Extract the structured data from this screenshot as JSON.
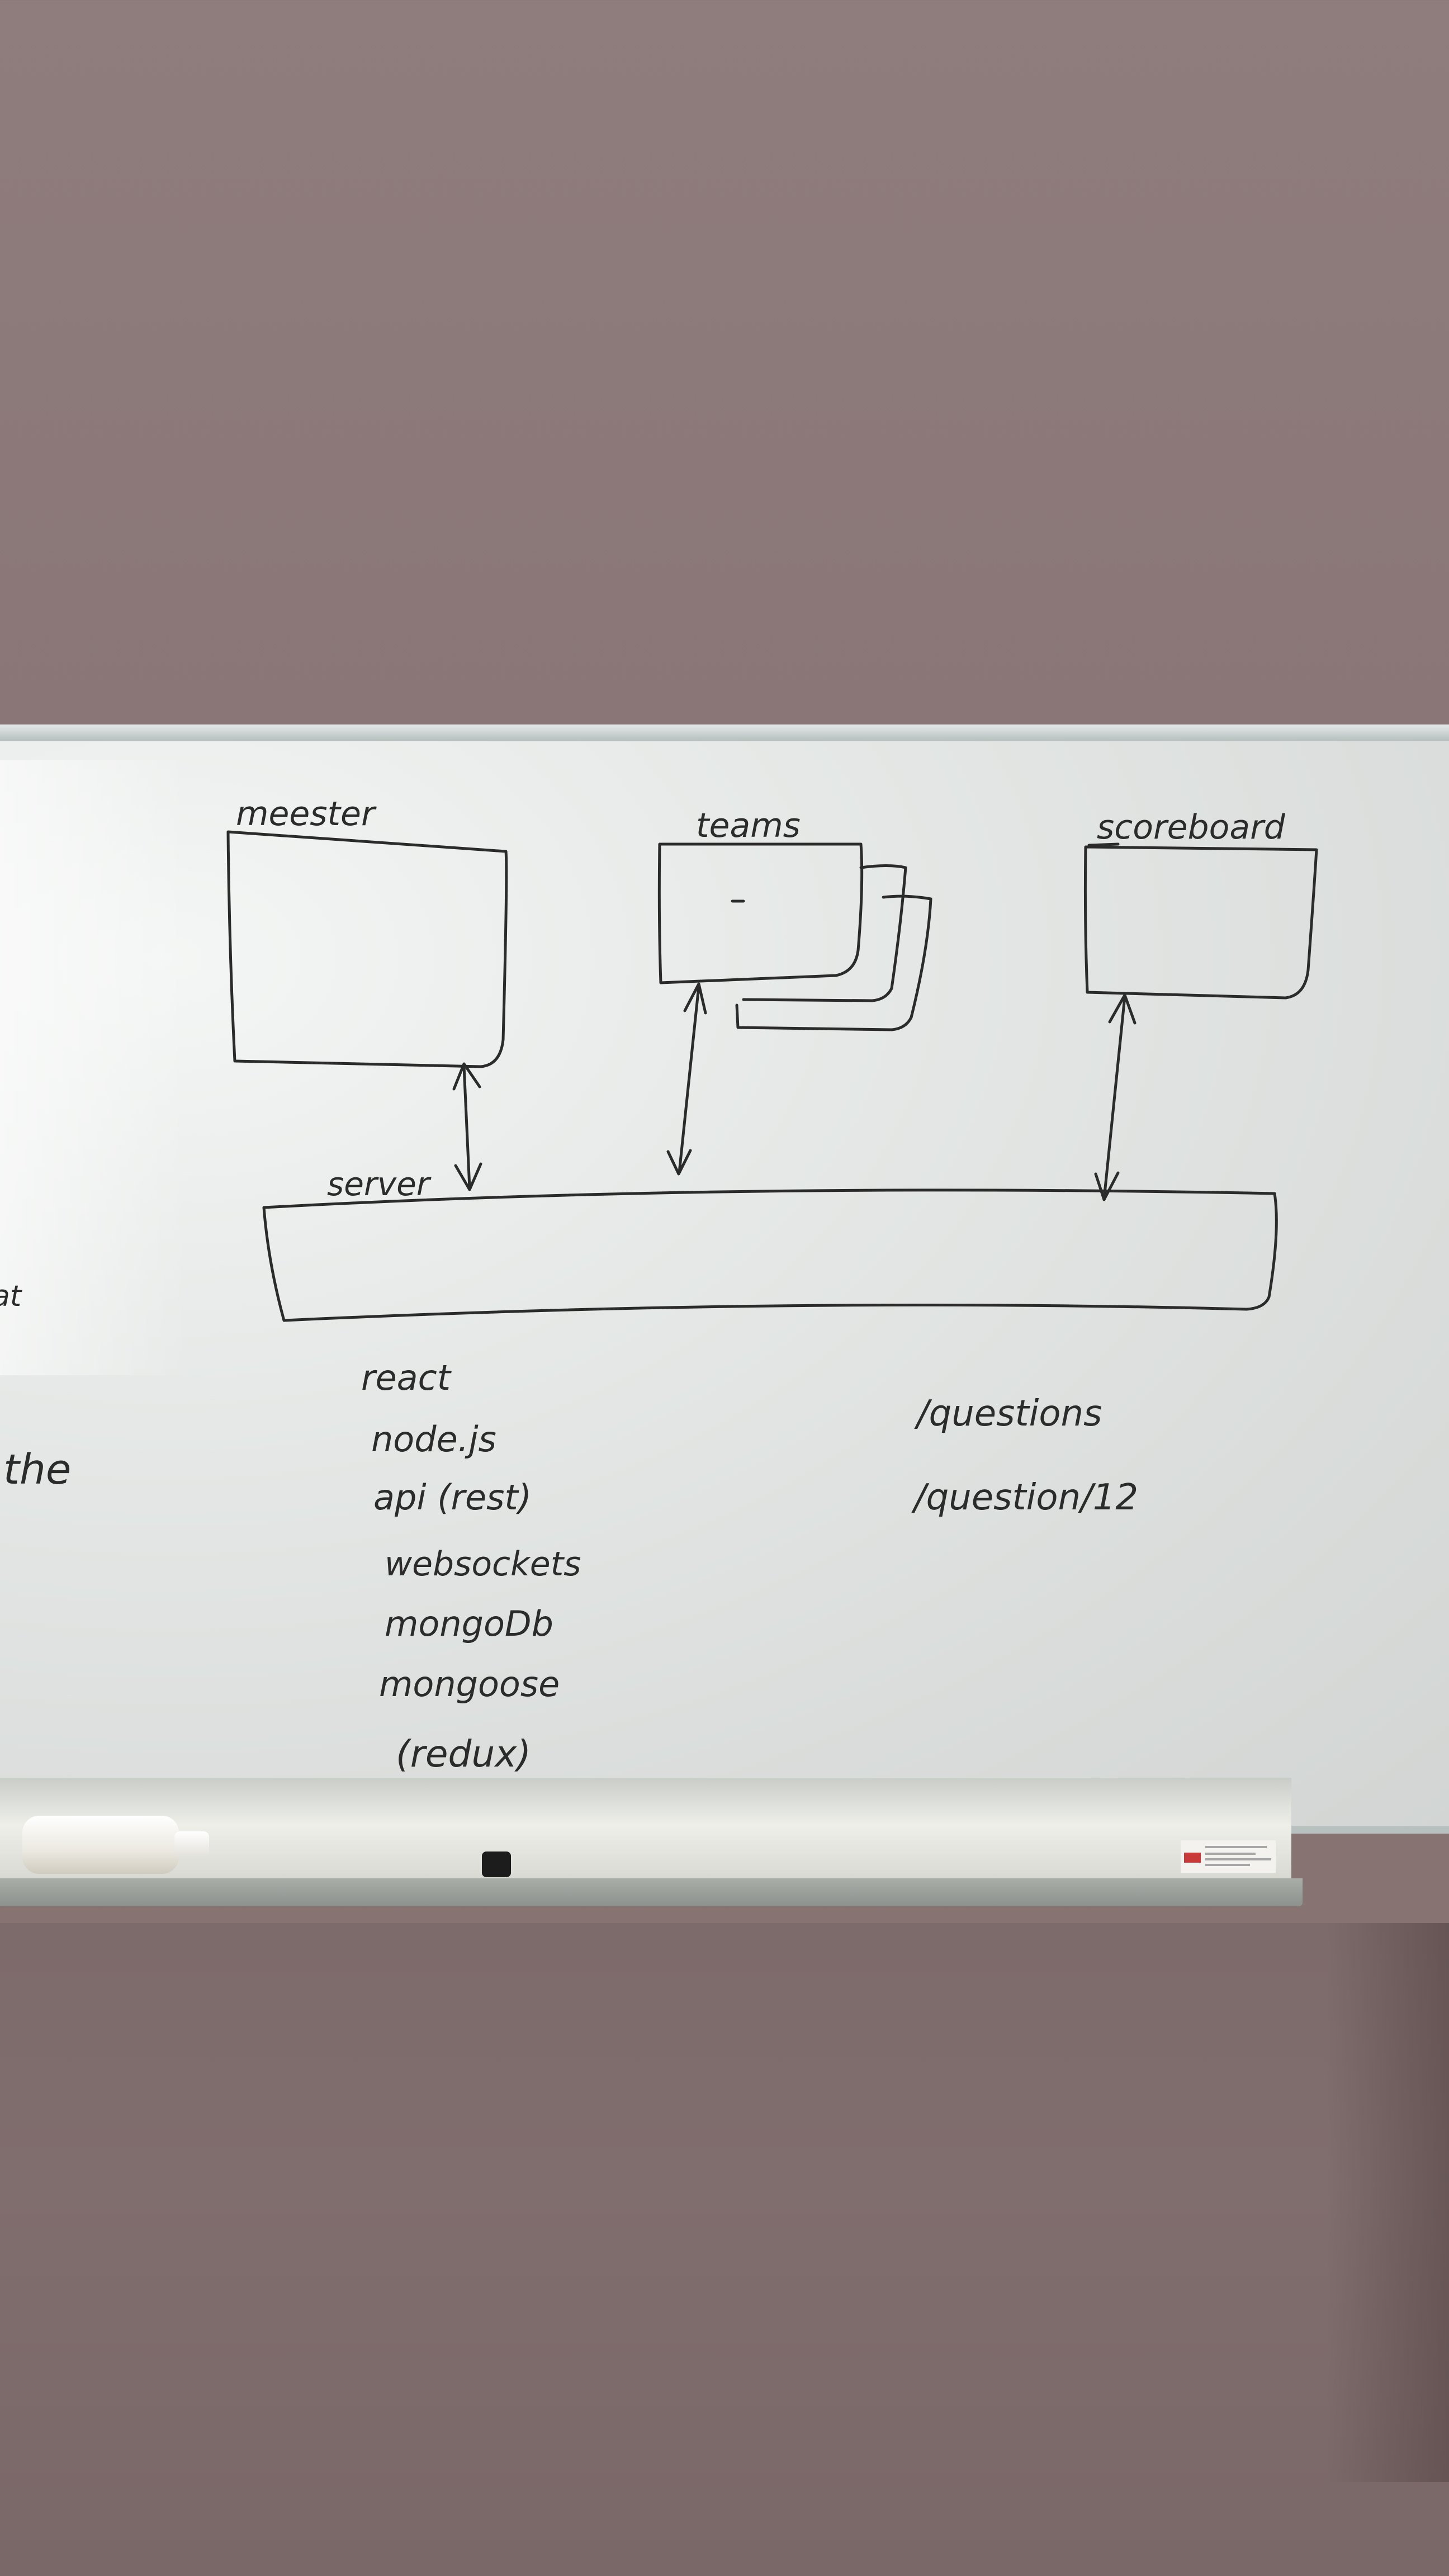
{
  "whiteboard": {
    "component_labels": {
      "master": "meester",
      "teams": "teams",
      "scoreboard": "scoreboard",
      "server": "server"
    },
    "tech_stack": [
      "react",
      "node.js",
      "api (rest)",
      "websockets",
      "mongoDb",
      "mongoose",
      "(redux)"
    ],
    "routes": [
      "/questions",
      "/question/12"
    ],
    "partial_left_text": [
      "at",
      "the"
    ]
  },
  "colors": {
    "ink": "#2b2b2b",
    "wall": "#8a7676",
    "board": "#dfe2e0",
    "tray": "#c9cdc8"
  }
}
